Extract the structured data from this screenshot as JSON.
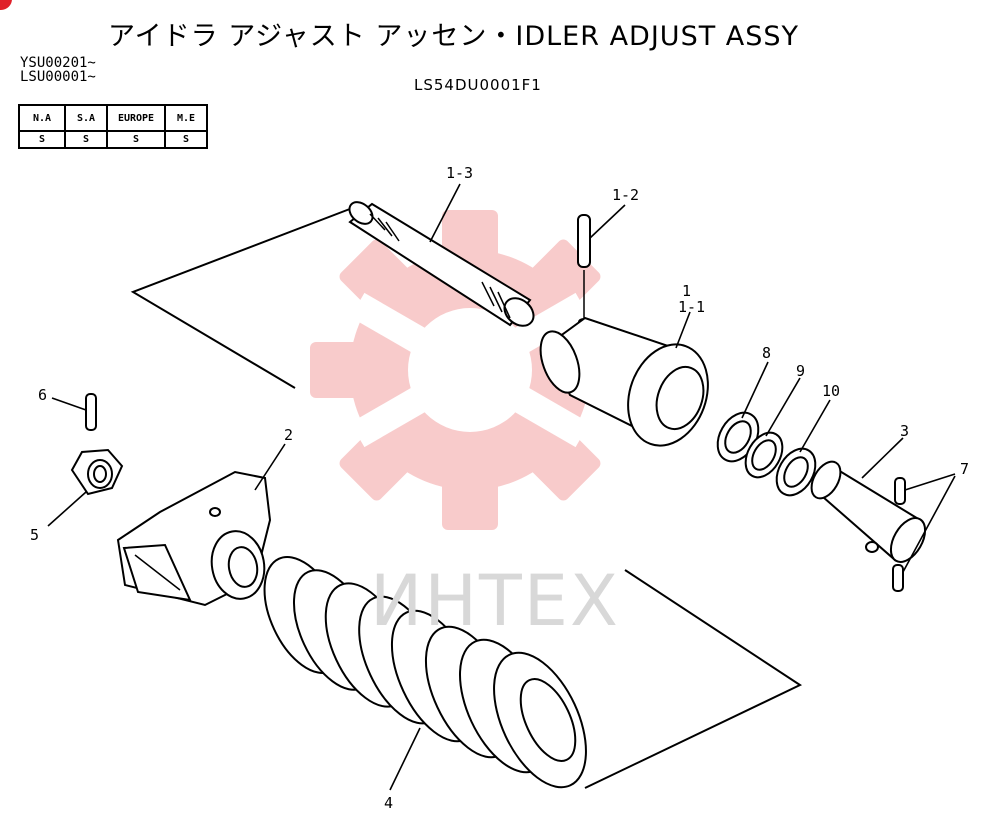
{
  "title": "アイドラ アジャスト アッセン・IDLER ADJUST ASSY",
  "serials": [
    "YSU00201~",
    "LSU00001~"
  ],
  "drawing_number": "LS54DU0001F1",
  "market_table": {
    "headers": [
      "N.A",
      "S.A",
      "EUROPE",
      "M.E"
    ],
    "values": [
      "S",
      "S",
      "S",
      "S"
    ]
  },
  "callouts": {
    "shaft": "1-3",
    "pin_top": "1-2",
    "cylinder_main": "1",
    "cylinder_sub": "1-1",
    "bracket": "2",
    "rod": "3",
    "spring": "4",
    "nut": "5",
    "nut_pin": "6",
    "rod_pins": "7",
    "ring_8": "8",
    "ring_9": "9",
    "ring_10": "10"
  },
  "watermark": {
    "text": "ИНТЕХ",
    "color": "#f5b5b5"
  },
  "badge_color": "#e0202a"
}
